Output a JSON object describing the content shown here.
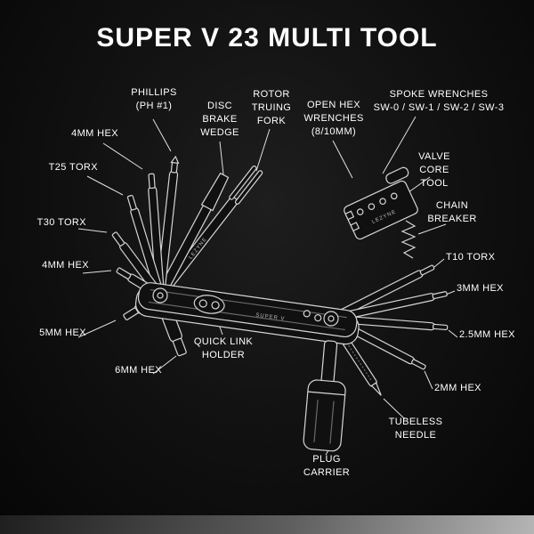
{
  "title": "SUPER V 23 MULTI TOOL",
  "labels": {
    "phillips": "PHILLIPS\n(PH #1)",
    "hex4_top": "4MM HEX",
    "t25_torx": "T25 TORX",
    "t30_torx": "T30 TORX",
    "hex4_left": "4MM HEX",
    "hex5": "5MM HEX",
    "hex6": "6MM HEX",
    "disc_brake_wedge": "DISC\nBRAKE\nWEDGE",
    "rotor_truing_fork": "ROTOR\nTRUING\nFORK",
    "open_hex_wrenches": "OPEN HEX\nWRENCHES\n(8/10MM)",
    "spoke_wrenches": "SPOKE WRENCHES\nSW-0 / SW-1 / SW-2 / SW-3",
    "valve_core_tool": "VALVE CORE\nTOOL",
    "chain_breaker": "CHAIN\nBREAKER",
    "t10_torx": "T10 TORX",
    "hex3": "3MM HEX",
    "hex2_5": "2.5MM HEX",
    "hex2": "2MM HEX",
    "tubeless_needle": "TUBELESS\nNEEDLE",
    "quick_link_holder": "QUICK LINK\nHOLDER",
    "plug_carrier": "PLUG\nCARRIER"
  },
  "tool_markings": {
    "brand": "LEZYNE",
    "model": "SUPER V"
  },
  "colors": {
    "background": "#0b0b0b",
    "line_art": "#d6d6d6",
    "label_text": "#ffffff"
  }
}
